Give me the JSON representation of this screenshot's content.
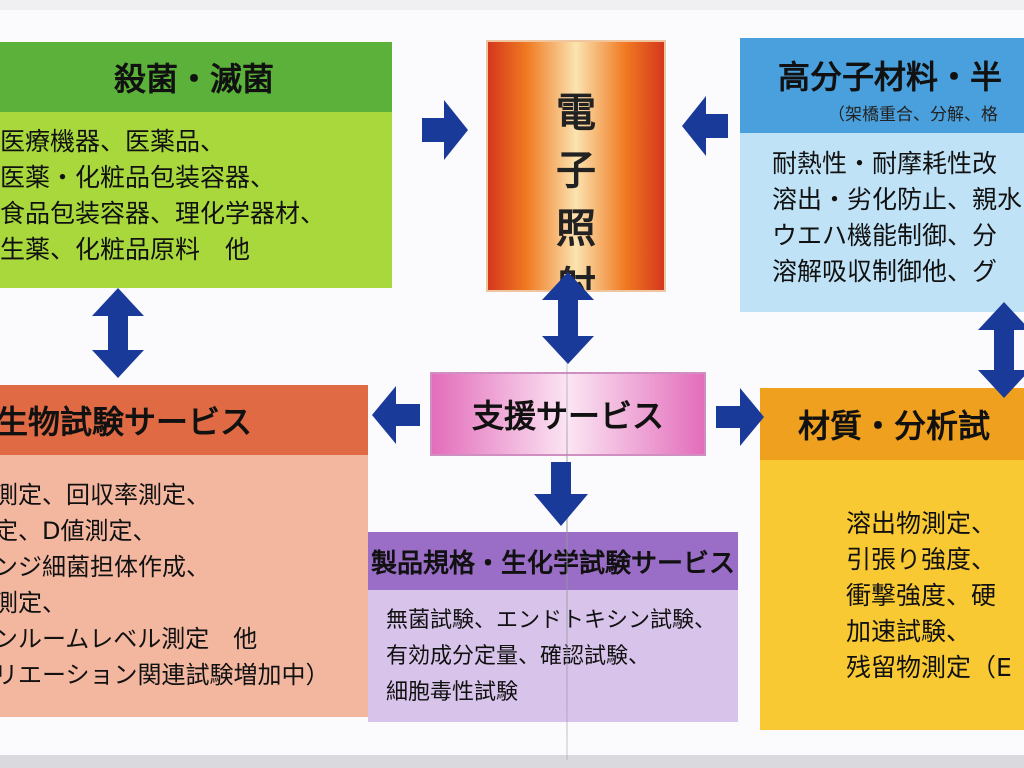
{
  "colors": {
    "arrow": "#1a3a9a",
    "sterilization_header": "#5bb13a",
    "sterilization_body": "#a8d83c",
    "polymer_header": "#4aa0dc",
    "polymer_body": "#bfe2f6",
    "bio_header": "#df6a44",
    "bio_body": "#f3b7a0",
    "product_header": "#9a6dc6",
    "product_body": "#d8c4ea",
    "material_header": "#efa01f",
    "material_body": "#f8c932"
  },
  "sterilization": {
    "title": "殺菌・滅菌",
    "lines": [
      "医療機器、医薬品、",
      "医薬・化粧品包装容器、",
      "食品包装容器、理化学器材、",
      "生薬、化粧品原料　他"
    ]
  },
  "electron": {
    "title_chars": [
      "電",
      "子",
      "照",
      "射"
    ]
  },
  "polymer": {
    "title": "高分子材料・半",
    "subtitle": "（架橋重合、分解、格",
    "lines": [
      "耐熱性・耐摩耗性改",
      "溶出・劣化防止、親水",
      "ウエハ機能制御、分",
      "溶解吸収制御他、グ"
    ]
  },
  "bio": {
    "title": "生物試験サービス",
    "lines": [
      "測定、回収率測定、",
      "定、D値測定、",
      "ンジ細菌担体作成、",
      "測定、",
      "ンルームレベル測定　他",
      "リエーション関連試験増加中）"
    ]
  },
  "support": {
    "title": "支援サービス"
  },
  "product": {
    "title": "製品規格・生化学試験サービス",
    "lines": [
      "無菌試験、エンドトキシン試験、",
      "有効成分定量、確認試験、",
      "細胞毒性試験"
    ]
  },
  "material": {
    "title": "材質・分析試",
    "lines": [
      "溶出物測定、",
      "引張り強度、",
      "衝撃強度、硬",
      "加速試験、",
      "残留物測定（E"
    ]
  }
}
